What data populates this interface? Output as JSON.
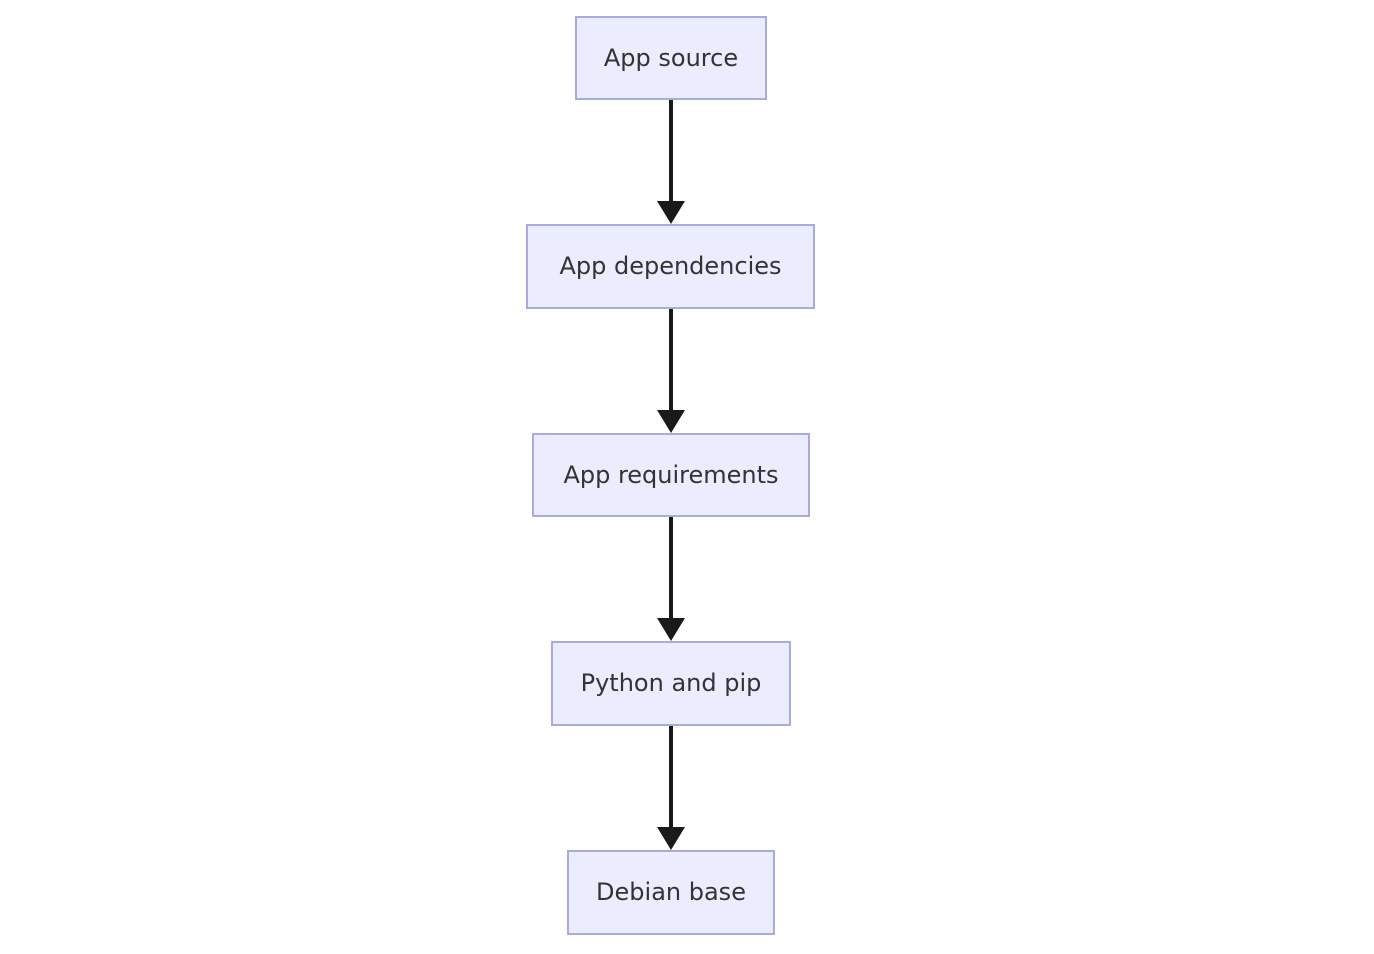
{
  "diagram": {
    "type": "flowchart",
    "direction": "top-down",
    "nodes": [
      {
        "id": "app-source",
        "label": "App source"
      },
      {
        "id": "app-dependencies",
        "label": "App dependencies"
      },
      {
        "id": "app-requirements",
        "label": "App requirements"
      },
      {
        "id": "python-and-pip",
        "label": "Python and pip"
      },
      {
        "id": "debian-base",
        "label": "Debian base"
      }
    ],
    "edges": [
      {
        "from": "app-source",
        "to": "app-dependencies"
      },
      {
        "from": "app-dependencies",
        "to": "app-requirements"
      },
      {
        "from": "app-requirements",
        "to": "python-and-pip"
      },
      {
        "from": "python-and-pip",
        "to": "debian-base"
      }
    ],
    "colors": {
      "background": "#FFFFFF",
      "node_fill": "#ECECFF",
      "node_border": "#AAAAE1",
      "node_text": "#333333",
      "arrow": "#1A1A1A"
    }
  }
}
